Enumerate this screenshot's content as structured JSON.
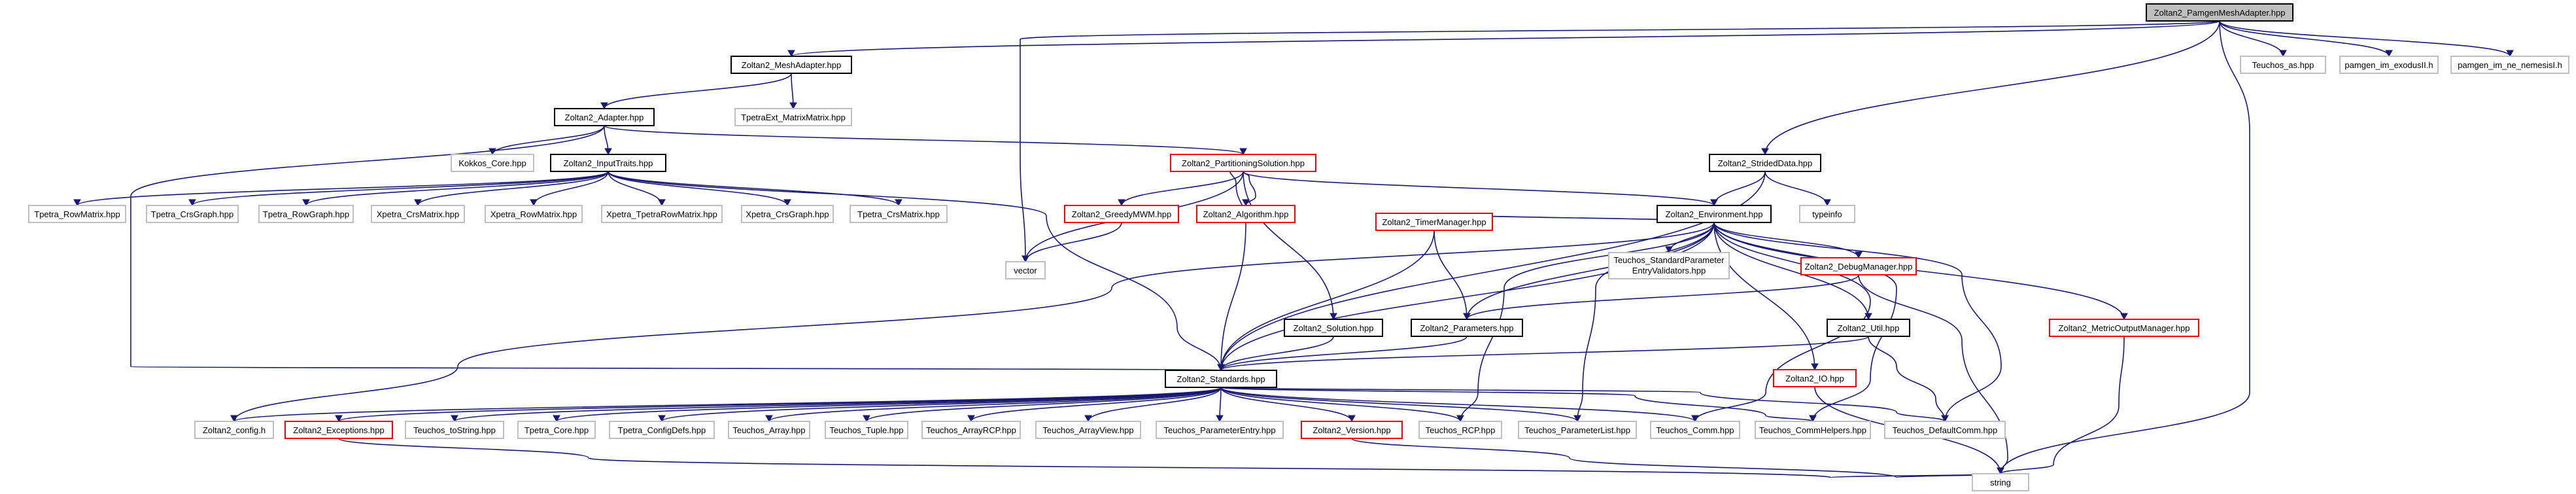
{
  "colors": {
    "edge": "#191970",
    "border_documented": "#000000",
    "border_undocumented": "#bfbfbf",
    "border_truncated": "#ff0000",
    "fill_root": "#bfbfbf",
    "fill_node": "#ffffff",
    "text": "#000000"
  },
  "nodes": [
    {
      "id": "pma",
      "label": "Zoltan2_PamgenMeshAdapter.hpp",
      "style": "root"
    },
    {
      "id": "ma",
      "label": "Zoltan2_MeshAdapter.hpp",
      "style": "documented"
    },
    {
      "id": "tas",
      "label": "Teuchos_as.hpp",
      "style": "undocumented"
    },
    {
      "id": "pex",
      "label": "pamgen_im_exodusII.h",
      "style": "undocumented"
    },
    {
      "id": "pne",
      "label": "pamgen_im_ne_nemesisI.h",
      "style": "undocumented"
    },
    {
      "id": "ad",
      "label": "Zoltan2_Adapter.hpp",
      "style": "documented"
    },
    {
      "id": "tpe",
      "label": "TpetraExt_MatrixMatrix.hpp",
      "style": "undocumented"
    },
    {
      "id": "kok",
      "label": "Kokkos_Core.hpp",
      "style": "undocumented"
    },
    {
      "id": "it",
      "label": "Zoltan2_InputTraits.hpp",
      "style": "documented"
    },
    {
      "id": "ps",
      "label": "Zoltan2_PartitioningSolution.hpp",
      "style": "truncated"
    },
    {
      "id": "sd",
      "label": "Zoltan2_StridedData.hpp",
      "style": "documented"
    },
    {
      "id": "trm",
      "label": "Tpetra_RowMatrix.hpp",
      "style": "undocumented"
    },
    {
      "id": "tcg",
      "label": "Tpetra_CrsGraph.hpp",
      "style": "undocumented"
    },
    {
      "id": "trg",
      "label": "Tpetra_RowGraph.hpp",
      "style": "undocumented"
    },
    {
      "id": "xcm",
      "label": "Xpetra_CrsMatrix.hpp",
      "style": "undocumented"
    },
    {
      "id": "xrm",
      "label": "Xpetra_RowMatrix.hpp",
      "style": "undocumented"
    },
    {
      "id": "xtr",
      "label": "Xpetra_TpetraRowMatrix.hpp",
      "style": "undocumented"
    },
    {
      "id": "xcg",
      "label": "Xpetra_CrsGraph.hpp",
      "style": "undocumented"
    },
    {
      "id": "tcm",
      "label": "Tpetra_CrsMatrix.hpp",
      "style": "undocumented"
    },
    {
      "id": "gm",
      "label": "Zoltan2_GreedyMWM.hpp",
      "style": "truncated"
    },
    {
      "id": "alg",
      "label": "Zoltan2_Algorithm.hpp",
      "style": "truncated"
    },
    {
      "id": "vec",
      "label": "vector",
      "style": "undocumented"
    },
    {
      "id": "env",
      "label": "Zoltan2_Environment.hpp",
      "style": "documented"
    },
    {
      "id": "typ",
      "label": "typeinfo",
      "style": "undocumented"
    },
    {
      "id": "tm",
      "label": "Zoltan2_TimerManager.hpp",
      "style": "truncated"
    },
    {
      "id": "tspv",
      "label": "Teuchos_StandardParameter",
      "label2": "EntryValidators.hpp",
      "style": "undocumented"
    },
    {
      "id": "dm",
      "label": "Zoltan2_DebugManager.hpp",
      "style": "truncated"
    },
    {
      "id": "sol",
      "label": "Zoltan2_Solution.hpp",
      "style": "documented"
    },
    {
      "id": "par",
      "label": "Zoltan2_Parameters.hpp",
      "style": "documented"
    },
    {
      "id": "util",
      "label": "Zoltan2_Util.hpp",
      "style": "documented"
    },
    {
      "id": "mom",
      "label": "Zoltan2_MetricOutputManager.hpp",
      "style": "truncated"
    },
    {
      "id": "std",
      "label": "Zoltan2_Standards.hpp",
      "style": "documented"
    },
    {
      "id": "io",
      "label": "Zoltan2_IO.hpp",
      "style": "truncated"
    },
    {
      "id": "cfg",
      "label": "Zoltan2_config.h",
      "style": "undocumented"
    },
    {
      "id": "exc",
      "label": "Zoltan2_Exceptions.hpp",
      "style": "truncated"
    },
    {
      "id": "tts",
      "label": "Teuchos_toString.hpp",
      "style": "undocumented"
    },
    {
      "id": "tco",
      "label": "Tpetra_Core.hpp",
      "style": "undocumented"
    },
    {
      "id": "tcd",
      "label": "Tpetra_ConfigDefs.hpp",
      "style": "undocumented"
    },
    {
      "id": "tar",
      "label": "Teuchos_Array.hpp",
      "style": "undocumented"
    },
    {
      "id": "ttu",
      "label": "Teuchos_Tuple.hpp",
      "style": "undocumented"
    },
    {
      "id": "tarcp",
      "label": "Teuchos_ArrayRCP.hpp",
      "style": "undocumented"
    },
    {
      "id": "tav",
      "label": "Teuchos_ArrayView.hpp",
      "style": "undocumented"
    },
    {
      "id": "tpen",
      "label": "Teuchos_ParameterEntry.hpp",
      "style": "undocumented"
    },
    {
      "id": "ver",
      "label": "Zoltan2_Version.hpp",
      "style": "truncated"
    },
    {
      "id": "trcp",
      "label": "Teuchos_RCP.hpp",
      "style": "undocumented"
    },
    {
      "id": "tpl",
      "label": "Teuchos_ParameterList.hpp",
      "style": "undocumented"
    },
    {
      "id": "tcom",
      "label": "Teuchos_Comm.hpp",
      "style": "undocumented"
    },
    {
      "id": "tcoh",
      "label": "Teuchos_CommHelpers.hpp",
      "style": "undocumented"
    },
    {
      "id": "tdc",
      "label": "Teuchos_DefaultComm.hpp",
      "style": "undocumented"
    },
    {
      "id": "str",
      "label": "string",
      "style": "undocumented"
    }
  ],
  "edges": [
    [
      "pma",
      "ma"
    ],
    [
      "pma",
      "vec"
    ],
    [
      "pma",
      "sd"
    ],
    [
      "pma",
      "tas"
    ],
    [
      "pma",
      "pex"
    ],
    [
      "pma",
      "pne"
    ],
    [
      "pma",
      "str"
    ],
    [
      "ma",
      "ad"
    ],
    [
      "ma",
      "tpe"
    ],
    [
      "ad",
      "kok"
    ],
    [
      "ad",
      "it"
    ],
    [
      "ad",
      "ps"
    ],
    [
      "ad",
      "std"
    ],
    [
      "it",
      "std"
    ],
    [
      "it",
      "trm"
    ],
    [
      "it",
      "tcg"
    ],
    [
      "it",
      "trg"
    ],
    [
      "it",
      "xcm"
    ],
    [
      "it",
      "xrm"
    ],
    [
      "it",
      "xtr"
    ],
    [
      "it",
      "xcg"
    ],
    [
      "it",
      "tcm"
    ],
    [
      "ps",
      "gm"
    ],
    [
      "ps",
      "alg"
    ],
    [
      "ps",
      "vec"
    ],
    [
      "ps",
      "sol"
    ],
    [
      "ps",
      "env"
    ],
    [
      "alg",
      "ps"
    ],
    [
      "alg",
      "std"
    ],
    [
      "gm",
      "vec"
    ],
    [
      "sd",
      "env"
    ],
    [
      "sd",
      "typ"
    ],
    [
      "sd",
      "std"
    ],
    [
      "env",
      "tm"
    ],
    [
      "env",
      "tspv"
    ],
    [
      "env",
      "dm"
    ],
    [
      "env",
      "par"
    ],
    [
      "env",
      "util"
    ],
    [
      "env",
      "io"
    ],
    [
      "env",
      "mom"
    ],
    [
      "env",
      "std"
    ],
    [
      "env",
      "cfg"
    ],
    [
      "env",
      "trcp"
    ],
    [
      "env",
      "tpl"
    ],
    [
      "env",
      "tcom"
    ],
    [
      "env",
      "tcoh"
    ],
    [
      "env",
      "tdc"
    ],
    [
      "tm",
      "par"
    ],
    [
      "tm",
      "std"
    ],
    [
      "dm",
      "par"
    ],
    [
      "dm",
      "str"
    ],
    [
      "par",
      "std"
    ],
    [
      "sol",
      "std"
    ],
    [
      "util",
      "std"
    ],
    [
      "util",
      "tdc"
    ],
    [
      "mom",
      "str"
    ],
    [
      "io",
      "str"
    ],
    [
      "std",
      "cfg"
    ],
    [
      "std",
      "exc"
    ],
    [
      "std",
      "tts"
    ],
    [
      "std",
      "tco"
    ],
    [
      "std",
      "tcd"
    ],
    [
      "std",
      "tar"
    ],
    [
      "std",
      "ttu"
    ],
    [
      "std",
      "tarcp"
    ],
    [
      "std",
      "tav"
    ],
    [
      "std",
      "tpen"
    ],
    [
      "std",
      "ver"
    ],
    [
      "std",
      "trcp"
    ],
    [
      "std",
      "tpl"
    ],
    [
      "std",
      "tcom"
    ],
    [
      "std",
      "tcoh"
    ],
    [
      "std",
      "tdc"
    ],
    [
      "exc",
      "str"
    ],
    [
      "ver",
      "str"
    ]
  ]
}
